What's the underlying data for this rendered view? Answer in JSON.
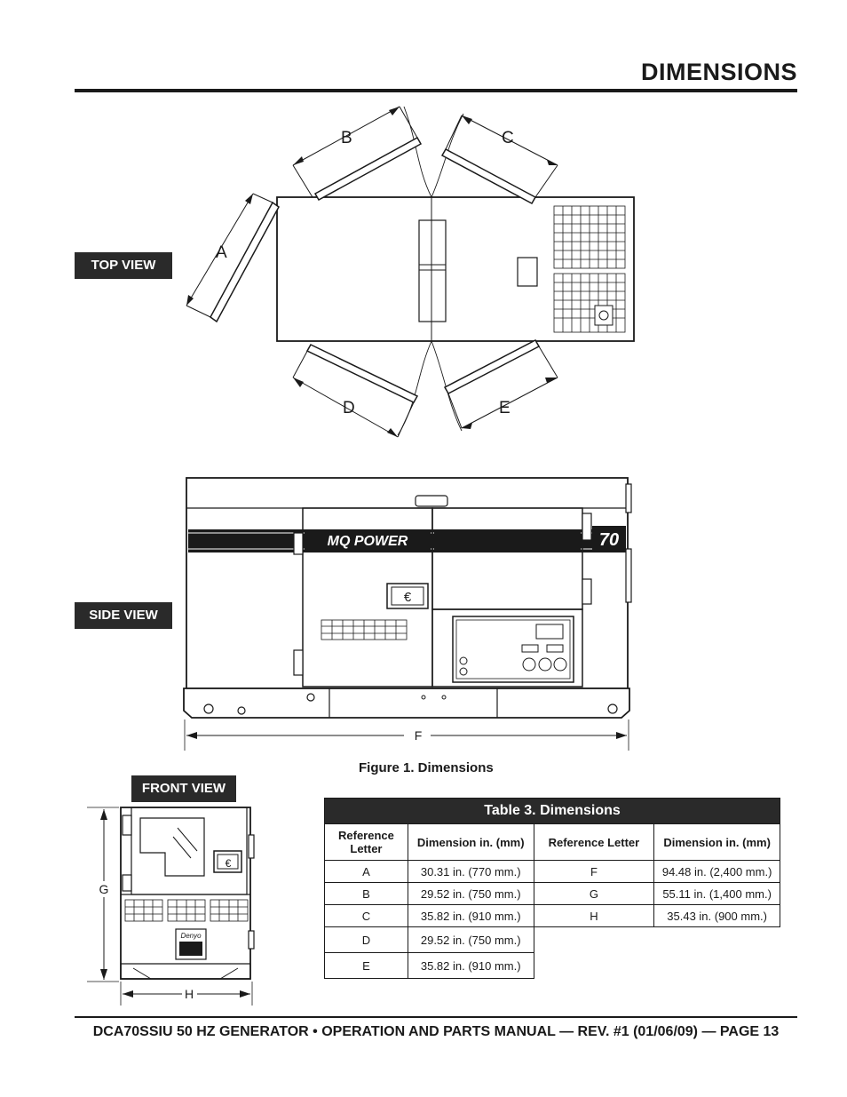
{
  "header": {
    "title": "DIMENSIONS"
  },
  "views": {
    "top": "TOP VIEW",
    "side": "SIDE VIEW",
    "front": "FRONT VIEW"
  },
  "dimension_letters": {
    "A": "A",
    "B": "B",
    "C": "C",
    "D": "D",
    "E": "E",
    "F": "F",
    "G": "G",
    "H": "H"
  },
  "brand": {
    "logo": "MQ POWER",
    "model": "70",
    "denyo": "Denyo"
  },
  "figure": {
    "caption": "Figure 1. Dimensions"
  },
  "table": {
    "caption": "Table 3. Dimensions",
    "headers": [
      "Reference Letter",
      "Dimension in. (mm)",
      "Reference Letter",
      "Dimension in. (mm)"
    ],
    "left_rows": [
      {
        "ref": "A",
        "dim": "30.31 in. (770 mm.)"
      },
      {
        "ref": "B",
        "dim": "29.52 in. (750 mm.)"
      },
      {
        "ref": "C",
        "dim": "35.82 in. (910 mm.)"
      },
      {
        "ref": "D",
        "dim": "29.52 in. (750 mm.)"
      },
      {
        "ref": "E",
        "dim": "35.82 in. (910 mm.)"
      }
    ],
    "right_rows": [
      {
        "ref": "F",
        "dim": "94.48 in. (2,400 mm.)"
      },
      {
        "ref": "G",
        "dim": "55.11 in. (1,400 mm.)"
      },
      {
        "ref": "H",
        "dim": "35.43 in. (900 mm.)"
      }
    ]
  },
  "footer": {
    "text": "DCA70SSIU 50 HZ GENERATOR • OPERATION AND PARTS MANUAL — REV. #1 (01/06/09) — PAGE 13"
  }
}
